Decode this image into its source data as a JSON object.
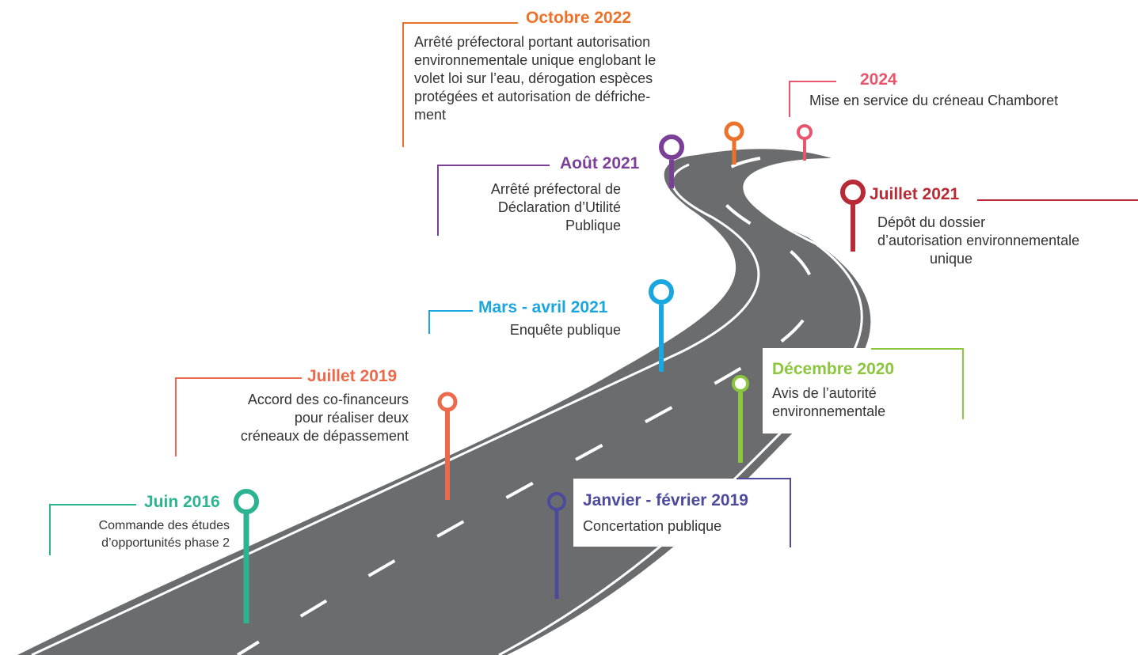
{
  "colors": {
    "road": "#6b6c6e",
    "road_edge": "#ffffff",
    "jun2016": "#2cb392",
    "jul2019": "#ec6a4b",
    "jan2019": "#4b4a9c",
    "mar2021": "#1aa7df",
    "dec2020": "#8cc63e",
    "aug2021": "#7b3f98",
    "oct2022": "#ed7229",
    "jul2021": "#b82a35",
    "y2024": "#e8566d"
  },
  "milestones": {
    "jun2016": {
      "title": "Juin 2016",
      "lines": [
        "Commande des études",
        "d’opportunités phase 2"
      ]
    },
    "jul2019": {
      "title": "Juillet 2019",
      "lines": [
        "Accord des co-financeurs",
        "pour réaliser deux",
        "créneaux de dépassement"
      ]
    },
    "jan2019": {
      "title": "Janvier - février 2019",
      "lines": [
        "Concertation publique"
      ]
    },
    "mar2021": {
      "title": "Mars - avril 2021",
      "lines": [
        "Enquête publique"
      ]
    },
    "dec2020": {
      "title": "Décembre 2020",
      "lines": [
        "Avis de l’autorité",
        "environnementale"
      ]
    },
    "aug2021": {
      "title": "Août 2021",
      "lines": [
        "Arrêté préfectoral de",
        "Déclaration d’Utilité",
        "Publique"
      ]
    },
    "oct2022": {
      "title": "Octobre 2022",
      "lines": [
        "Arrêté préfectoral portant autorisation",
        "environnementale unique englobant le",
        "volet loi sur l’eau, dérogation espèces",
        "protégées et autorisation de défriche-",
        "ment"
      ]
    },
    "jul2021": {
      "title": "Juillet 2021",
      "lines": [
        "Dépôt du dossier",
        "d’autorisation environnementale",
        "unique"
      ]
    },
    "y2024": {
      "title": "2024",
      "lines": [
        "Mise en service du créneau Chamboret"
      ]
    }
  }
}
